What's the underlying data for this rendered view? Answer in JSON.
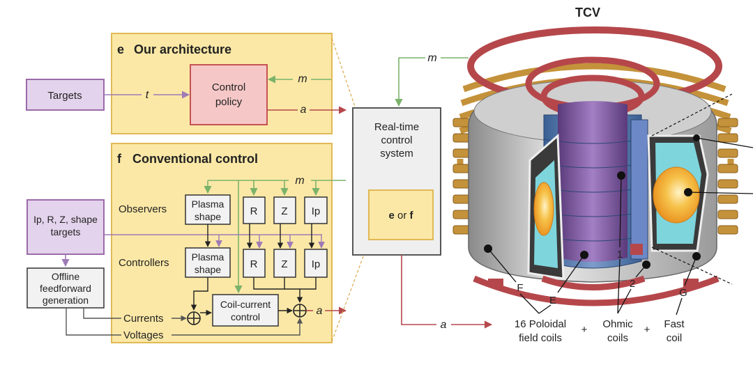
{
  "title": "TCV",
  "panel_e": {
    "letter": "e",
    "heading": "Our architecture",
    "policy_line1": "Control",
    "policy_line2": "policy"
  },
  "panel_f": {
    "letter": "f",
    "heading": "Conventional control",
    "observers_label": "Observers",
    "controllers_label": "Controllers",
    "plasma_line1": "Plasma",
    "plasma_line2": "shape",
    "box_r": "R",
    "box_z": "Z",
    "box_ip": "Ip",
    "coil_line1": "Coil-current",
    "coil_line2": "control",
    "currents": "Currents",
    "voltages": "Voltages"
  },
  "targets": "Targets",
  "shape_targets_line1": "Ip, R, Z, shape",
  "shape_targets_line2": "targets",
  "offline_line1": "Offline",
  "offline_line2": "feedforward",
  "offline_line3": "generation",
  "signals": {
    "t": "t",
    "m": "m",
    "a": "a"
  },
  "rt": {
    "line1": "Real-time",
    "line2": "control",
    "line3": "system",
    "inner_e": "e",
    "inner_or": " or ",
    "inner_f": "f"
  },
  "labels": {
    "F": "F",
    "E": "E",
    "n1": "1",
    "n2": "2",
    "G": "G",
    "poloidal_line1": "16 Poloidal",
    "poloidal_line2": "field coils",
    "plus": "+",
    "ohmic_line1": "Ohmic",
    "ohmic_line2": "coils",
    "fast_line1": "Fast",
    "fast_line2": "coil"
  },
  "colors": {
    "panel_fill": "#fbe8a6",
    "panel_stroke": "#e0b955",
    "targets_fill": "#e4d3ec",
    "targets_stroke": "#9b6aa8",
    "policy_fill": "#f6c7c7",
    "policy_stroke": "#c45252",
    "arrow_red": "#b5474b",
    "arrow_green": "#7ab26a",
    "arrow_purple": "#9e7bb5",
    "coil_gold": "#c4923a",
    "coil_red": "#b5474b"
  }
}
